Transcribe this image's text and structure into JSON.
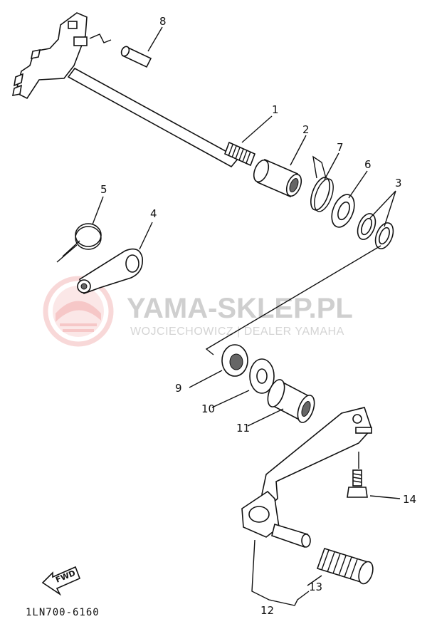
{
  "callouts": [
    {
      "id": "1",
      "text": "1"
    },
    {
      "id": "2",
      "text": "2"
    },
    {
      "id": "3",
      "text": "3"
    },
    {
      "id": "4",
      "text": "4"
    },
    {
      "id": "5",
      "text": "5"
    },
    {
      "id": "6",
      "text": "6"
    },
    {
      "id": "7",
      "text": "7"
    },
    {
      "id": "8",
      "text": "8"
    },
    {
      "id": "9",
      "text": "9"
    },
    {
      "id": "10",
      "text": "10"
    },
    {
      "id": "11",
      "text": "11"
    },
    {
      "id": "12",
      "text": "12"
    },
    {
      "id": "13",
      "text": "13"
    },
    {
      "id": "14",
      "text": "14"
    }
  ],
  "watermark": {
    "title": "YAMA-SKLEP.PL",
    "subtitle": "WOJCIECHOWICZ | DEALER YAMAHA",
    "logo_icon": "yamaha-shop-seal-logo",
    "color": "#f4b9b9"
  },
  "direction_arrow": {
    "label": "FWD",
    "icon": "fwd-arrow-icon"
  },
  "diagram_code": "1LN700-6160"
}
